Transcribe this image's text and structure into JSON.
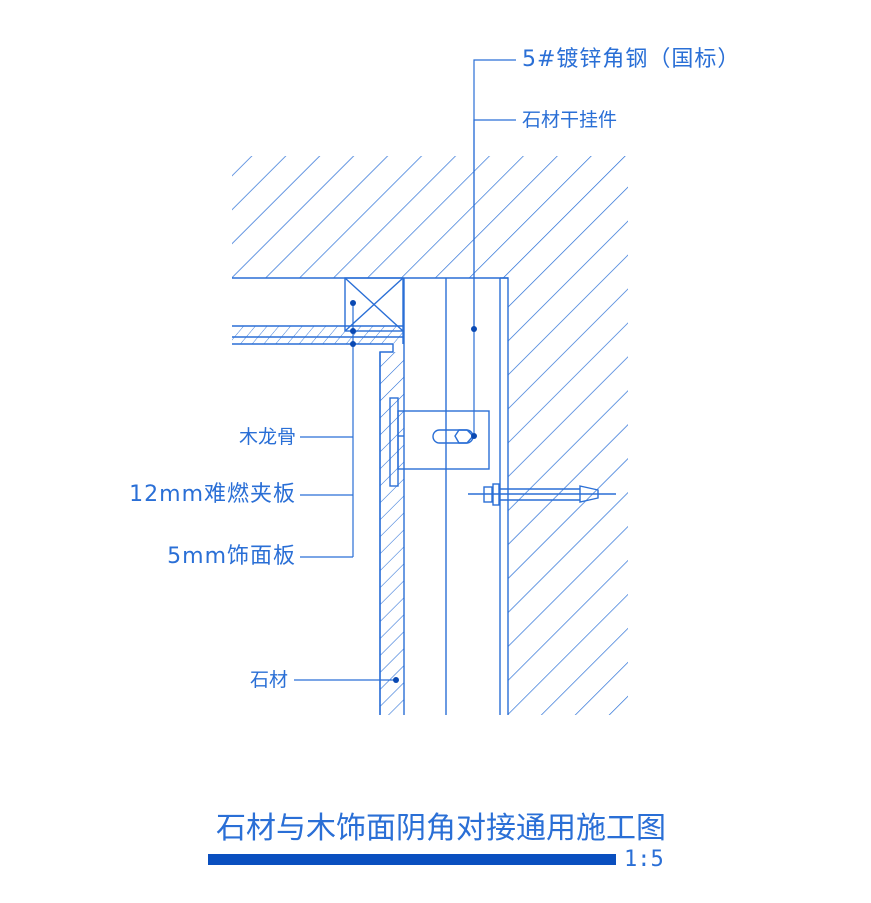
{
  "labels": {
    "angle_steel": "5#镀锌角钢（国标）",
    "stone_hanger": "石材干挂件",
    "wood_keel": "木龙骨",
    "fire_board": "12mm难燃夹板",
    "finish_board": "5mm饰面板",
    "stone": "石材"
  },
  "title": "石材与木饰面阴角对接通用施工图",
  "scale": "1:5",
  "colors": {
    "line": "#2a6fd6",
    "dot": "#0a49b3",
    "title_bar": "#0a4fbf"
  }
}
